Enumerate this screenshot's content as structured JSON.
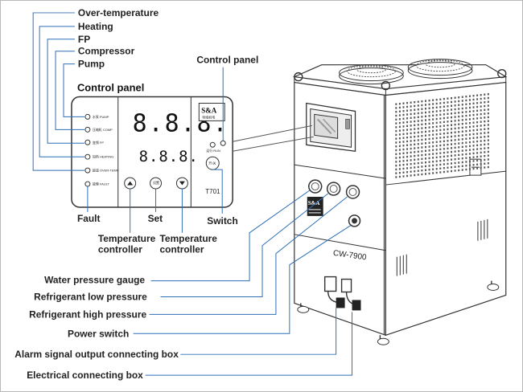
{
  "labels": {
    "over_temperature": "Over-temperature",
    "heating": "Heating",
    "fp": "FP",
    "compressor": "Compressor",
    "pump": "Pump",
    "control_panel_title": "Control panel",
    "control_panel_callout": "Control panel",
    "fault": "Fault",
    "set": "Set",
    "switch": "Switch",
    "temp_controller_1_line1": "Temperature",
    "temp_controller_1_line2": "controller",
    "temp_controller_2_line1": "Temperature",
    "temp_controller_2_line2": "controller",
    "water_pressure_gauge": "Water pressure gauge",
    "refrigerant_low_pressure": "Refrigerant low pressure",
    "refrigerant_high_pressure": "Refrigerant high pressure",
    "power_switch": "Power switch",
    "alarm_signal_box": "Alarm signal output connecting box",
    "electrical_box": "Electrical connecting box"
  },
  "panel": {
    "indicators": [
      {
        "text": "水泵 PUMP"
      },
      {
        "text": "压缩机 COMP"
      },
      {
        "text": "变频 FP"
      },
      {
        "text": "加热 HEATING"
      },
      {
        "text": "超温 OVER-TEMP"
      },
      {
        "text": "故障 FAULT"
      }
    ],
    "display_large": "8.8.8.",
    "display_small": "8.8.8.",
    "logo": "S&A",
    "logo_sub": "特域机电",
    "model": "T701",
    "run_label": "运行 RUN",
    "switch_text": "开/关",
    "set_text": "设置"
  },
  "machine": {
    "logo": "S&A",
    "model": "CW-7900"
  },
  "colors": {
    "leader": "#2f6fb8",
    "ink": "#333333"
  }
}
